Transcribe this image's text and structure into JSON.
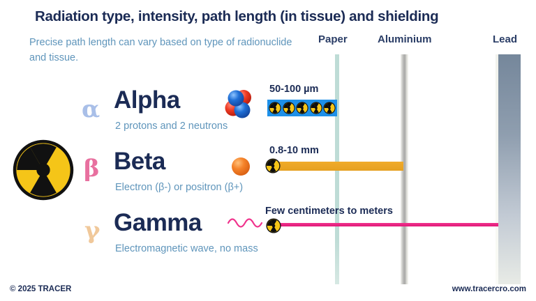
{
  "header": {
    "title": "Radiation type, intensity, path length (in tissue) and shielding",
    "subtitle": "Precise path length can vary based on type of radionuclide and tissue."
  },
  "shielding": {
    "barriers": [
      {
        "name": "paper",
        "label": "Paper",
        "color": "#bedcd6"
      },
      {
        "name": "aluminium",
        "label": "Aluminium",
        "color": "#a9a9a7"
      },
      {
        "name": "lead",
        "label": "Lead",
        "color": "#75879b"
      }
    ]
  },
  "badge": {
    "icon": "radiation-trefoil-icon",
    "color": "#f5c518"
  },
  "rows": [
    {
      "id": "alpha",
      "symbol": "α",
      "symbol_color": "#a9bfe8",
      "name": "Alpha",
      "description": "2 protons and 2 neutrons",
      "particle_icon": "alpha-particle-icon",
      "path_label": "50-100 µm",
      "bar_color": "#1e90e8",
      "stopped_by": "Paper",
      "trefoil_count": 5
    },
    {
      "id": "beta",
      "symbol": "β",
      "symbol_color": "#e8709f",
      "name": "Beta",
      "description": "Electron (β-) or positron (β+)",
      "particle_icon": "beta-particle-icon",
      "path_label": "0.8-10 mm",
      "bar_color": "#f0ab2a",
      "stopped_by": "Aluminium",
      "trefoil_count": 1
    },
    {
      "id": "gamma",
      "symbol": "γ",
      "symbol_color": "#f0c89a",
      "name": "Gamma",
      "description": "Electromagnetic wave, no mass",
      "particle_icon": "gamma-wave-icon",
      "path_label": "Few centimeters to meters",
      "bar_color": "#f0338c",
      "stopped_by": "Lead",
      "trefoil_count": 1
    }
  ],
  "footer": {
    "copyright": "© 2025 TRACER",
    "website": "www.tracercro.com"
  }
}
